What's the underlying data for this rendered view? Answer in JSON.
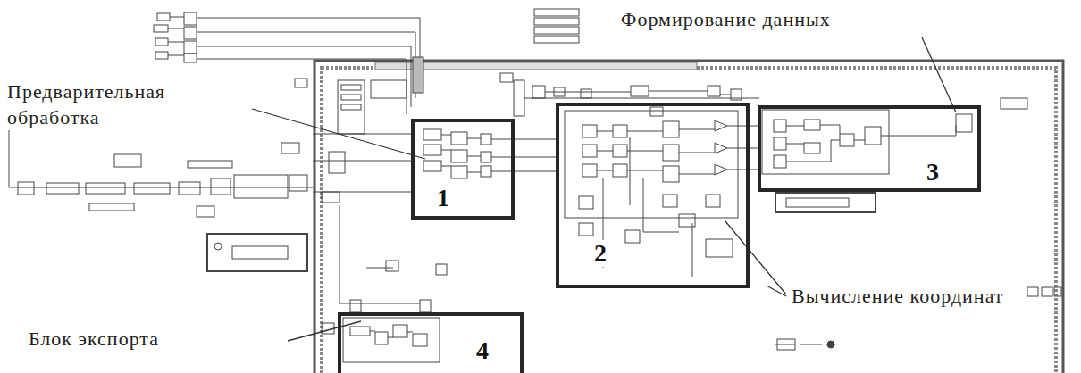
{
  "diagram": {
    "nodes": [
      {
        "text": [
          "1"
        ]
      },
      {
        "text": [
          "2"
        ]
      },
      {
        "text": [
          "3"
        ]
      },
      {
        "text": [
          "4"
        ]
      }
    ],
    "labels": [
      "Формирование данных",
      "Предварительная обработка",
      "Вычисление координат",
      "Блок экспорта"
    ]
  }
}
